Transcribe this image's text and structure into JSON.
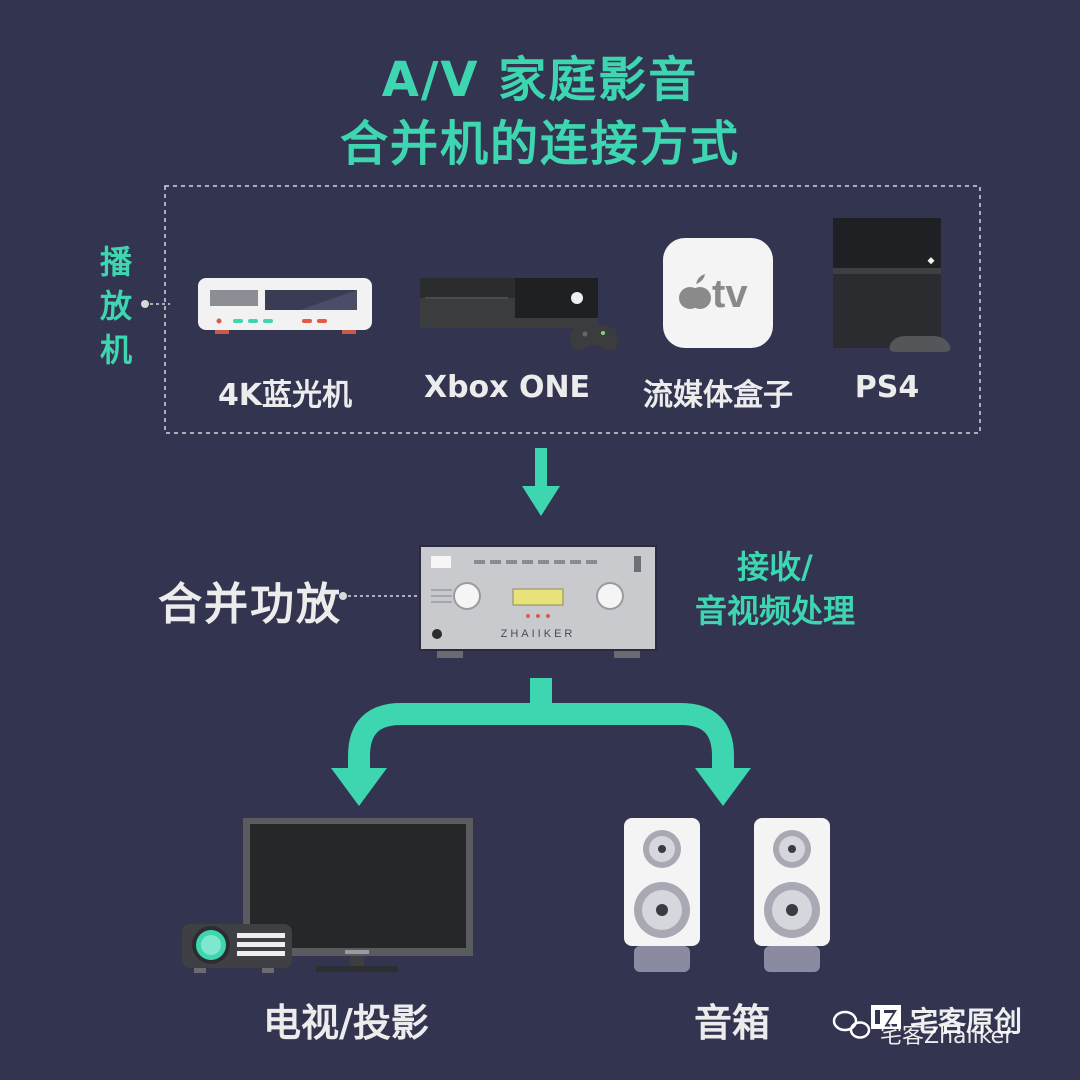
{
  "title": {
    "line1": "A/V 家庭影音",
    "line2": "合并机的连接方式"
  },
  "players": {
    "side_label": "播放机",
    "devices": [
      {
        "label": "4K蓝光机"
      },
      {
        "label": "Xbox ONE"
      },
      {
        "label": "流媒体盒子",
        "icon_text": "tv"
      },
      {
        "label": "PS4"
      }
    ]
  },
  "amplifier": {
    "label": "合并功放",
    "brand": "ZHAIIKER",
    "function_line1": "接收/",
    "function_line2": "音视频处理"
  },
  "outputs": [
    {
      "label": "电视/投影"
    },
    {
      "label": "音箱"
    }
  ],
  "watermark": {
    "text": "宅客原创",
    "overlay": "宅客Zhaiiker"
  },
  "colors": {
    "background": "#323450",
    "accent": "#3ed6b0",
    "text": "#ececec"
  }
}
